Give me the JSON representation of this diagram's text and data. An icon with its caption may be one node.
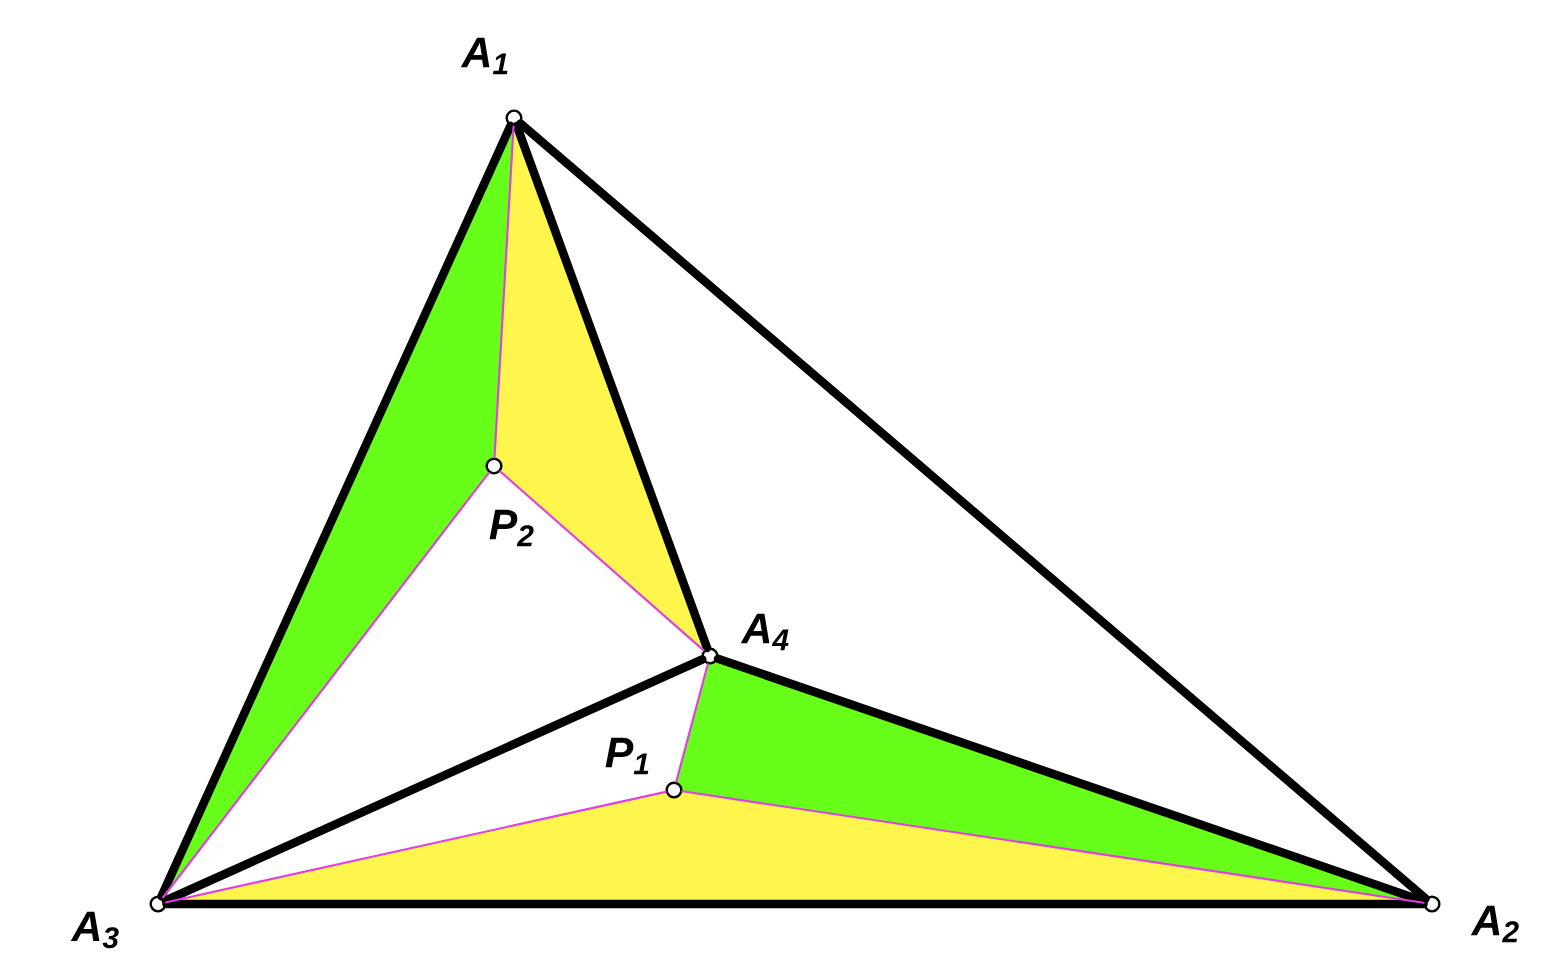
{
  "diagram": {
    "nodes": [
      {
        "text": [],
        "shape": "circle",
        "beside": [
          "A$_{1}$"
        ]
      },
      {
        "text": [],
        "shape": "circle",
        "beside": [
          "A$_{2}$"
        ]
      },
      {
        "text": [],
        "shape": "circle",
        "beside": [
          "A$_{3}$"
        ]
      },
      {
        "text": [],
        "shape": "circle",
        "beside": [
          "A$_{4}$"
        ]
      },
      {
        "text": [],
        "shape": "circle",
        "beside": [
          "P$_{1}$"
        ]
      },
      {
        "text": [],
        "shape": "circle",
        "beside": [
          "P$_{2}$"
        ]
      }
    ],
    "edges": [
      {
        "from": 0,
        "to": 1,
        "arrow": "none",
        "style": "thick"
      },
      {
        "from": 1,
        "to": 2,
        "arrow": "none",
        "style": "thick"
      },
      {
        "from": 2,
        "to": 0,
        "arrow": "none",
        "style": "thick"
      },
      {
        "from": 0,
        "to": 3,
        "arrow": "none",
        "style": "thick"
      },
      {
        "from": 1,
        "to": 3,
        "arrow": "none",
        "style": "thick"
      },
      {
        "from": 2,
        "to": 3,
        "arrow": "none",
        "style": "thick"
      },
      {
        "from": 0,
        "to": 5,
        "arrow": "none",
        "color": "#e040e0"
      },
      {
        "from": 2,
        "to": 5,
        "arrow": "none",
        "color": "#e040e0"
      },
      {
        "from": 3,
        "to": 5,
        "arrow": "none",
        "color": "#e040e0"
      },
      {
        "from": 2,
        "to": 4,
        "arrow": "none",
        "color": "#e040e0"
      },
      {
        "from": 1,
        "to": 4,
        "arrow": "none",
        "color": "#e040e0"
      },
      {
        "from": 3,
        "to": 4,
        "arrow": "none",
        "color": "#e040e0"
      }
    ]
  }
}
